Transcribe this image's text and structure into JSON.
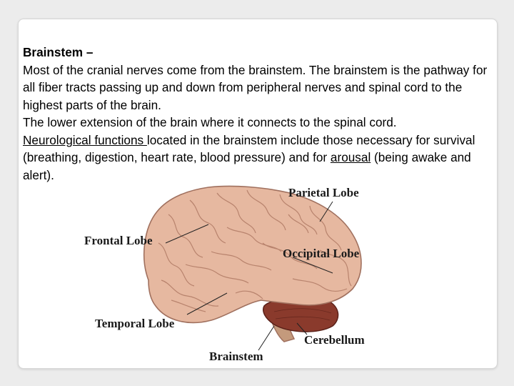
{
  "heading": "Brainstem –",
  "paragraph1": "Most of the cranial nerves come from the brainstem. The brainstem is the pathway for all fiber tracts passing up and down from peripheral nerves and spinal cord to the highest parts of the brain.",
  "paragraph2": "The lower extension of the brain where it connects to the spinal cord.",
  "paragraph3": {
    "underlined_term": "Neurological functions ",
    "text_middle": "located in the brainstem include those necessary for survival (breathing, digestion, heart rate, blood pressure) and for ",
    "underlined_term2": "arousal",
    "text_end": " (being awake and alert)."
  },
  "diagram": {
    "labels": {
      "parietal": "Parietal Lobe",
      "frontal": "Frontal Lobe",
      "occipital": "Occipital Lobe",
      "temporal": "Temporal Lobe",
      "cerebellum": "Cerebellum",
      "brainstem": "Brainstem"
    },
    "colors": {
      "cortex": "#e6b8a0",
      "cortex_stroke": "#a0705e",
      "cerebellum": "#8a3a2c",
      "brainstem": "#c49a7c"
    }
  }
}
